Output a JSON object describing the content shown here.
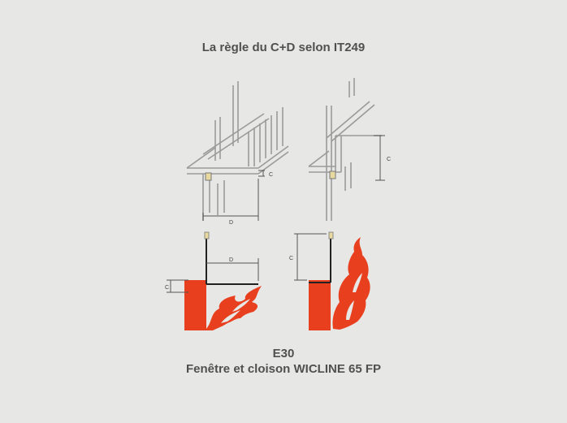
{
  "title": "La règle du C+D selon IT249",
  "caption": {
    "line1": "E30",
    "line2": "Fenêtre et cloison WICLINE 65 FP"
  },
  "labels": {
    "c": "C",
    "d": "D"
  },
  "colors": {
    "background": "#e7e7e6",
    "wall": "#e8401f",
    "flame": "#e8401f",
    "structure": "#9a9a9a",
    "dimension": "#555555",
    "insulation": "#e8d9a0"
  }
}
